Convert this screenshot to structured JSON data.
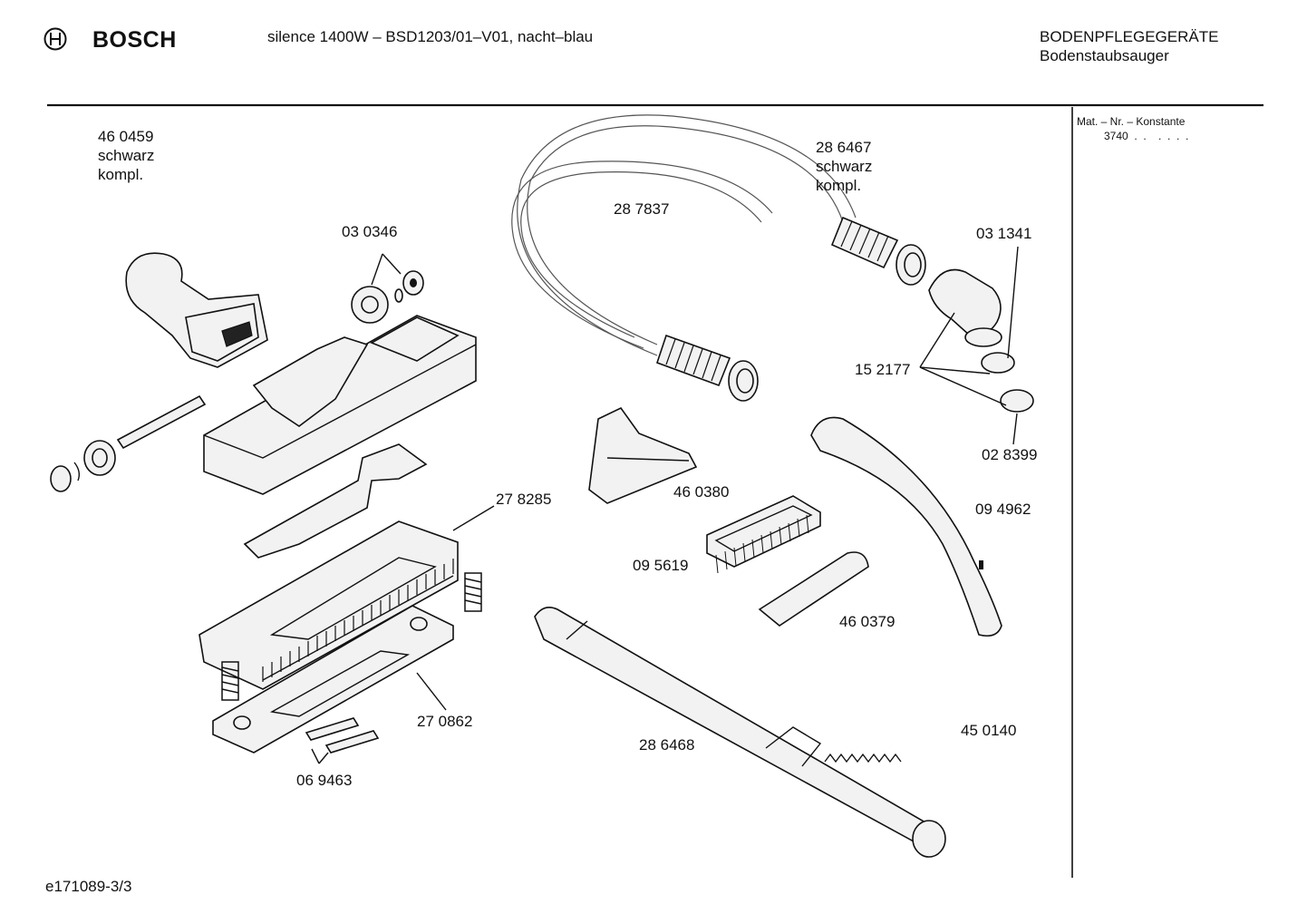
{
  "header": {
    "brand": "BOSCH",
    "model": "silence 1400W – BSD1203/01–V01, nacht–blau",
    "category": "BODENPFLEGEGERÄTE",
    "subcategory": "Bodenstaubsauger"
  },
  "sidebar": {
    "title": "Mat. – Nr. – Konstante",
    "value": "3740  .  .    .  .  .  ."
  },
  "parts": [
    {
      "id": "460459",
      "text": "46 0459\nschwarz\nkompl."
    },
    {
      "id": "030346",
      "text": "03 0346"
    },
    {
      "id": "287837",
      "text": "28 7837"
    },
    {
      "id": "286467",
      "text": "28 6467\nschwarz\nkompl."
    },
    {
      "id": "031341",
      "text": "03 1341"
    },
    {
      "id": "152177",
      "text": "15 2177"
    },
    {
      "id": "028399",
      "text": "02 8399"
    },
    {
      "id": "278285",
      "text": "27 8285"
    },
    {
      "id": "460380",
      "text": "46 0380"
    },
    {
      "id": "094962",
      "text": "09 4962"
    },
    {
      "id": "095619",
      "text": "09 5619"
    },
    {
      "id": "460379",
      "text": "46 0379"
    },
    {
      "id": "270862",
      "text": "27 0862"
    },
    {
      "id": "450140",
      "text": "45 0140"
    },
    {
      "id": "286468",
      "text": "28 6468"
    },
    {
      "id": "069463",
      "text": "06 9463"
    }
  ],
  "footer": {
    "code": "e171089-3/3"
  }
}
